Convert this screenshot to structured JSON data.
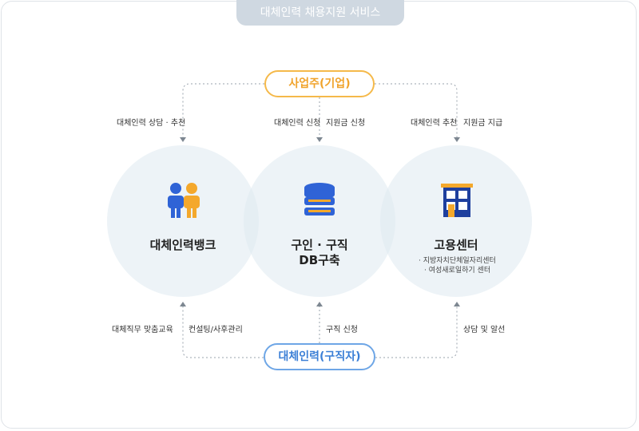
{
  "header": {
    "title": "대체인력 채용지원 서비스"
  },
  "employer": {
    "label": "사업주(기업)"
  },
  "worker": {
    "label": "대체인력(구직자)"
  },
  "top_labels": {
    "left": "대체인력 상담 · 추천",
    "center_left": "대체인력 신청",
    "center_right": "지원금 신청",
    "right_left": "대체인력 추천",
    "right_right": "지원금 지급"
  },
  "bottom_labels": {
    "left_left": "대체직무 맞춤교육",
    "left_right": "컨설팅/사후관리",
    "center": "구직 신청",
    "right": "상담 및 알선"
  },
  "nodes": {
    "bank": {
      "title": "대체인력뱅크"
    },
    "db": {
      "title_line1": "구인 · 구직",
      "title_line2": "DB구축"
    },
    "center": {
      "title": "고용센터",
      "sub1": "· 지방자치단체일자리센터",
      "sub2": "· 여성새로일하기 센터"
    }
  },
  "colors": {
    "orange": "#f0a32b",
    "blue": "#3b7fd6",
    "navy": "#1e3a8a",
    "circle": "#e4edf4"
  }
}
